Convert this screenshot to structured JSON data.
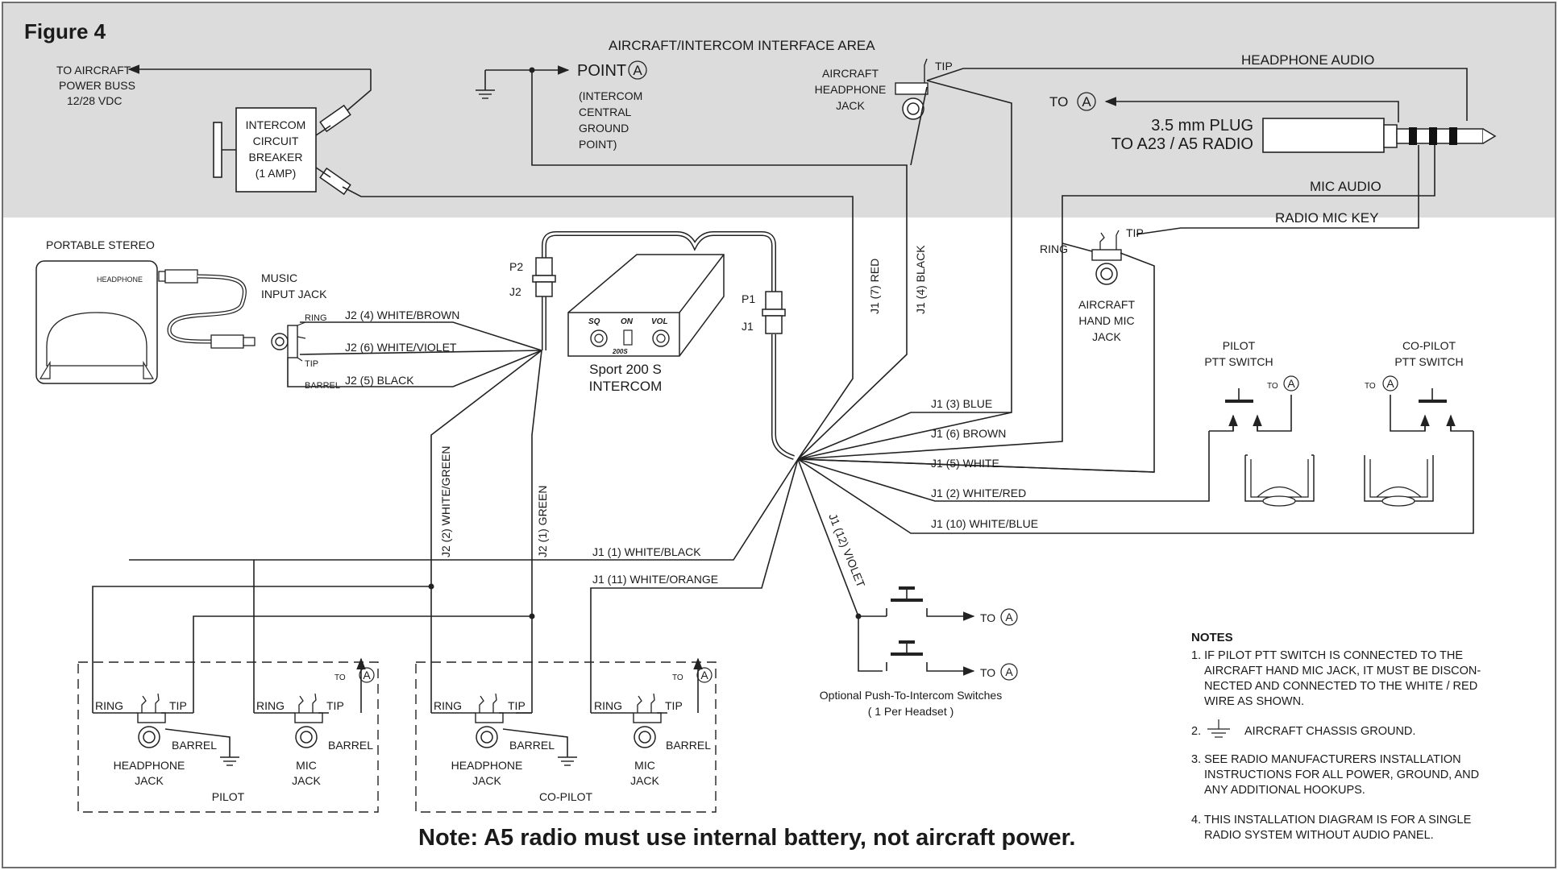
{
  "figure_title": "Figure 4",
  "interface_area_title": "AIRCRAFT/INTERCOM INTERFACE AREA",
  "power": {
    "lines": [
      "TO AIRCRAFT",
      "POWER BUSS",
      "12/28 VDC"
    ]
  },
  "breaker": {
    "lines": [
      "INTERCOM",
      "CIRCUIT",
      "BREAKER",
      "(1 AMP)"
    ]
  },
  "point_a": {
    "label": "POINT",
    "letter": "A",
    "desc": [
      "(INTERCOM",
      "CENTRAL",
      "GROUND",
      "POINT)"
    ]
  },
  "aircraft_headphone_jack": {
    "lines": [
      "AIRCRAFT",
      "HEADPHONE",
      "JACK"
    ],
    "tip": "TIP"
  },
  "headphone_audio": "HEADPHONE AUDIO",
  "to_a": "TO",
  "plug": {
    "lines": [
      "3.5 mm PLUG",
      "TO A23 / A5 RADIO"
    ]
  },
  "mic_audio": "MIC AUDIO",
  "radio_mic_key": "RADIO MIC KEY",
  "portable_stereo": {
    "title": "PORTABLE STEREO",
    "headphone": "HEADPHONE"
  },
  "music_jack": {
    "lines": [
      "MUSIC",
      "INPUT JACK"
    ],
    "ring": "RING",
    "tip": "TIP",
    "barrel": "BARREL"
  },
  "j2_music_wires": [
    "J2 (4) WHITE/BROWN",
    "J2 (6) WHITE/VIOLET",
    "J2 (5) BLACK"
  ],
  "connectors": {
    "p2": "P2",
    "j2": "J2",
    "p1": "P1",
    "j1": "J1"
  },
  "intercom": {
    "knobs": [
      "SQ",
      "ON",
      "VOL"
    ],
    "model_mark": "200S",
    "name_lines": [
      "Sport 200 S",
      "INTERCOM"
    ]
  },
  "vertical_wires": [
    "J1 (7) RED",
    "J1 (4) BLACK",
    "J2 (2) WHITE/GREEN",
    "J2 (1) GREEN",
    "J1 (12) VIOLET"
  ],
  "hand_mic_jack": {
    "ring": "RING",
    "tip": "TIP",
    "lines": [
      "AIRCRAFT",
      "HAND MIC",
      "JACK"
    ]
  },
  "j1_wires": [
    "J1 (3) BLUE",
    "J1 (6) BROWN",
    "J1 (5) WHITE",
    "J1 (2) WHITE/RED",
    "J1 (10) WHITE/BLUE"
  ],
  "headset_wires": [
    "J1 (1) WHITE/BLACK",
    "J1 (11) WHITE/ORANGE"
  ],
  "pilot_ptt": {
    "lines": [
      "PILOT",
      "PTT SWITCH"
    ]
  },
  "copilot_ptt": {
    "lines": [
      "CO-PILOT",
      "PTT SWITCH"
    ]
  },
  "optional_switches": {
    "lines": [
      "Optional Push-To-Intercom Switches",
      "( 1 Per Headset )"
    ]
  },
  "headset_jacks": {
    "ring": "RING",
    "tip": "TIP",
    "barrel": "BARREL",
    "headphone": [
      "HEADPHONE",
      "JACK"
    ],
    "mic": [
      "MIC",
      "JACK"
    ]
  },
  "groups": [
    "PILOT",
    "CO-PILOT"
  ],
  "bottom_note": "Note: A5 radio must use internal battery, not aircraft power.",
  "notes": {
    "heading": "NOTES",
    "n1": [
      "1. IF PILOT PTT SWITCH IS CONNECTED TO THE",
      "AIRCRAFT HAND MIC JACK, IT MUST BE DISCON-",
      "NECTED AND CONNECTED TO THE WHITE / RED",
      "WIRE AS SHOWN."
    ],
    "n2_prefix": "2.",
    "n2": "AIRCRAFT CHASSIS GROUND.",
    "n3": [
      "3. SEE RADIO MANUFACTURERS INSTALLATION",
      "INSTRUCTIONS FOR ALL  POWER, GROUND, AND",
      "ANY ADDITIONAL HOOKUPS."
    ],
    "n4": [
      "4. THIS INSTALLATION DIAGRAM  IS FOR A SINGLE",
      "RADIO SYSTEM WITHOUT AUDIO PANEL."
    ]
  },
  "colors": {
    "interface_band": "#dcdcdc",
    "line": "#222222",
    "frame": "#6e6e6e"
  }
}
